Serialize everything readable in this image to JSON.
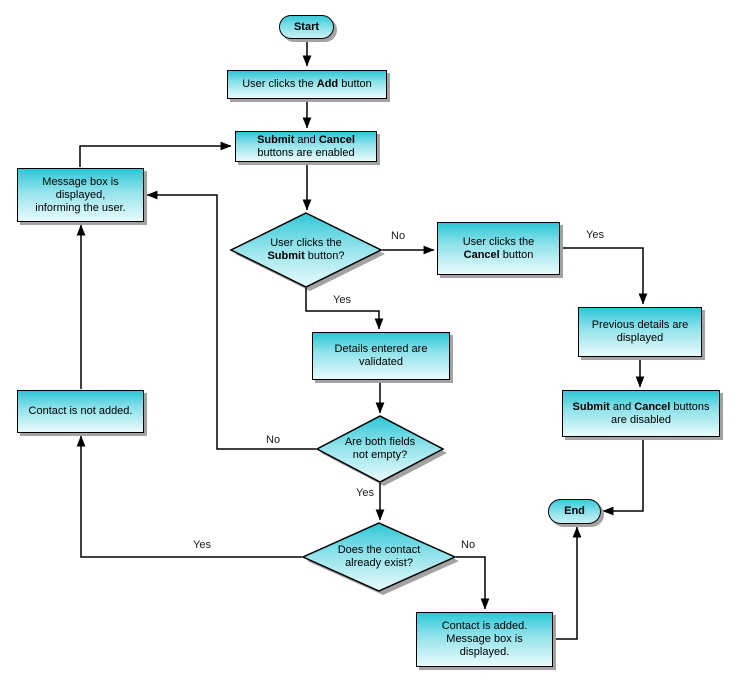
{
  "colors": {
    "node_fill_top": "#2cc7d6",
    "node_fill_bottom": "#e9fbfc",
    "terminator_fill_top": "#38cdda",
    "terminator_fill_bottom": "#c9f1f5",
    "border": "#000000",
    "shadow": "#a3a3a3",
    "line": "#000000",
    "background": "#ffffff"
  },
  "nodes": {
    "start": {
      "label": "Start"
    },
    "add": {
      "pre": "User clicks the ",
      "bold": "Add",
      "post": " button"
    },
    "enabled": {
      "b1": "Submit",
      "mid": " and ",
      "b2": "Cancel",
      "line2": "buttons are enabled"
    },
    "submit_q": {
      "line1": "User clicks the",
      "bold": "Submit",
      "post": " button?"
    },
    "cancel": {
      "line1": "User clicks the",
      "bold": "Cancel",
      "post": " button"
    },
    "previous": {
      "line1": "Previous details are",
      "line2": "displayed"
    },
    "disabled": {
      "b1": "Submit",
      "mid": " and ",
      "b2": "Cancel",
      "post": " buttons",
      "line2": "are disabled"
    },
    "end": {
      "label": "End"
    },
    "validated": {
      "line1": "Details entered are",
      "line2": "validated"
    },
    "fields_q": {
      "line1": "Are both fields",
      "line2": "not empty?"
    },
    "exists_q": {
      "line1": "Does the contact",
      "line2": "already exist?"
    },
    "added": {
      "line1": "Contact is added.",
      "line2": "Message box is",
      "line3": "displayed."
    },
    "message": {
      "line1": "Message box is",
      "line2": "displayed,",
      "line3": "informing the user."
    },
    "not_added": {
      "label": "Contact is not added."
    }
  },
  "edge_labels": {
    "submit_no": "No",
    "submit_yes": "Yes",
    "cancel_yes": "Yes",
    "fields_no": "No",
    "fields_yes": "Yes",
    "exists_yes": "Yes",
    "exists_no": "No"
  }
}
